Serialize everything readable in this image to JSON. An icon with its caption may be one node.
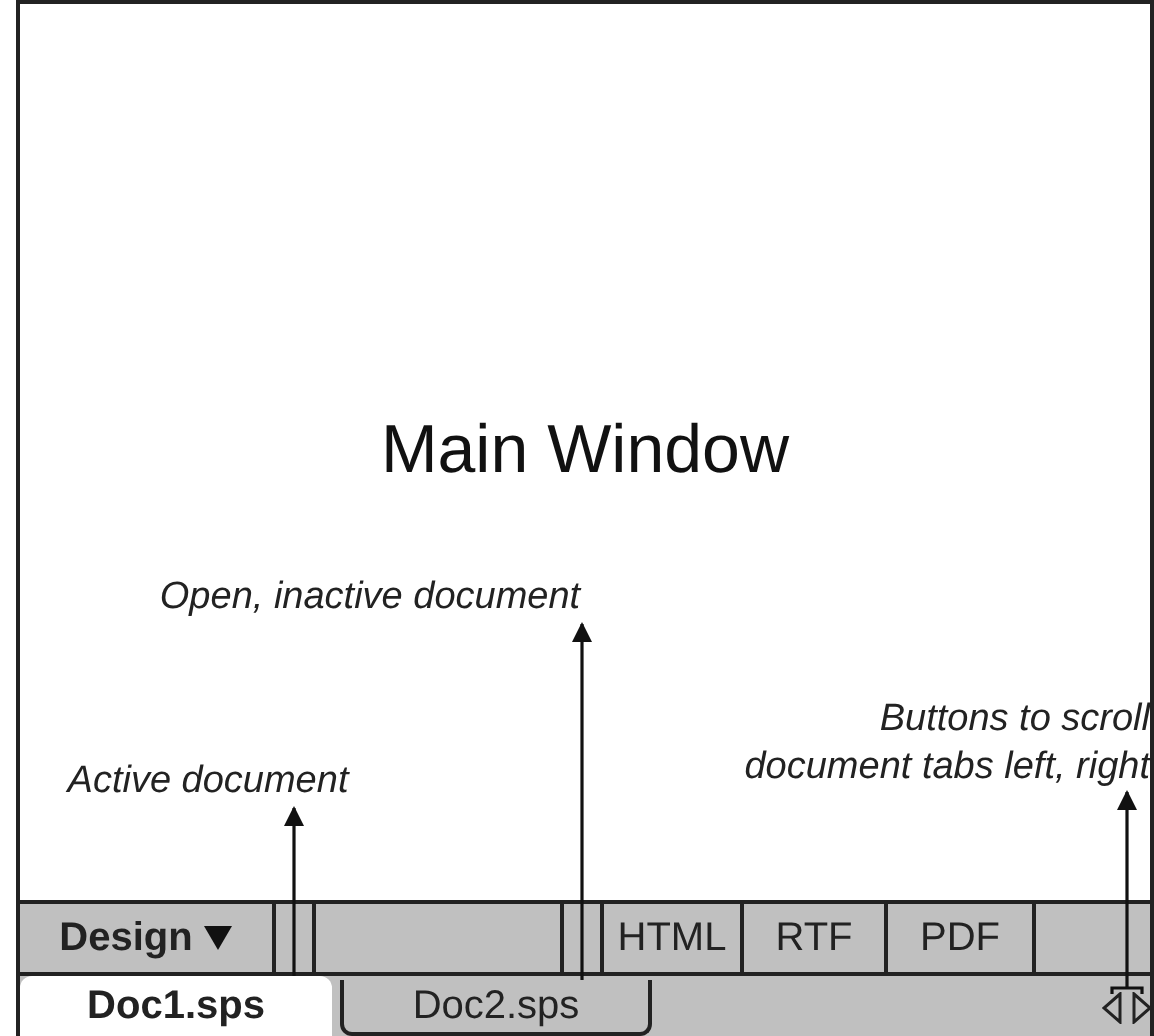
{
  "diagram": {
    "nodes": [
      {
        "text": [
          "Main Window"
        ]
      },
      {
        "text": [
          "Open, inactive document"
        ],
        "in": 0
      },
      {
        "text": [
          "Active document"
        ],
        "in": 0
      },
      {
        "text": [
          "Buttons to scroll document tabs left, right"
        ],
        "in": 0
      },
      {
        "text": [
          "Design"
        ],
        "in": 0
      },
      {
        "text": [],
        "shape": "box",
        "in": 0
      },
      {
        "text": [
          "HTML"
        ],
        "in": 0
      },
      {
        "text": [
          "RTF"
        ],
        "in": 0
      },
      {
        "text": [
          "PDF"
        ],
        "in": 0
      },
      {
        "text": [
          "Doc1.sps"
        ],
        "in": 0
      },
      {
        "text": [
          "Doc2.sps"
        ],
        "in": 0
      },
      {
        "text": [],
        "shape": "triangle",
        "in": 0
      },
      {
        "text": [],
        "shape": "triangle",
        "in": 0
      }
    ],
    "edges": [
      {
        "from": 9,
        "to": 2,
        "arrow": "to"
      },
      {
        "from": 10,
        "to": 1,
        "arrow": "to"
      },
      {
        "from": 11,
        "to": 3,
        "arrow": "to"
      },
      {
        "from": 12,
        "to": 3,
        "arrow": "to"
      }
    ]
  }
}
